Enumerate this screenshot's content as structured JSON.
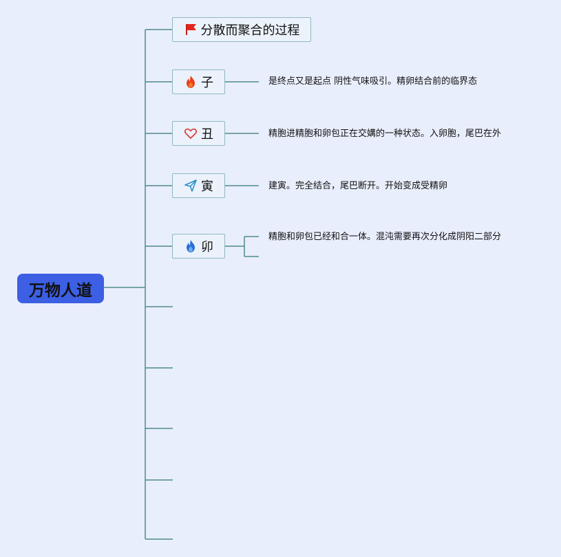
{
  "root": {
    "label": "万物人道",
    "color": "#3d5fe3"
  },
  "colors": {
    "connector": "#4e8a8c",
    "node_border": "#8fb7be",
    "background": "#e9eefc"
  },
  "topics": [
    {
      "id": "title",
      "label": "分散而聚合的过程",
      "icon": "red-flag-icon"
    },
    {
      "id": "zi",
      "label": "子",
      "icon": "red-flame-icon",
      "desc": "是终点又是起点 阴性气味吸引。精卵结合前的临界态"
    },
    {
      "id": "chou",
      "label": "丑",
      "icon": "heart-outline-icon",
      "desc": "精胞进精胞和卵包正在交媾的一种状态。入卵胞，尾巴在外"
    },
    {
      "id": "yin",
      "label": "寅",
      "icon": "paper-plane-icon",
      "desc": "建寅。完全结合，尾巴断开。开始变成受精卵"
    },
    {
      "id": "mao",
      "label": "卯",
      "icon": "blue-flame-icon",
      "desc": "精胞和卵包已经和合一体。混沌需要再次分化成阴阳二部分"
    }
  ],
  "empty_branches": 5
}
